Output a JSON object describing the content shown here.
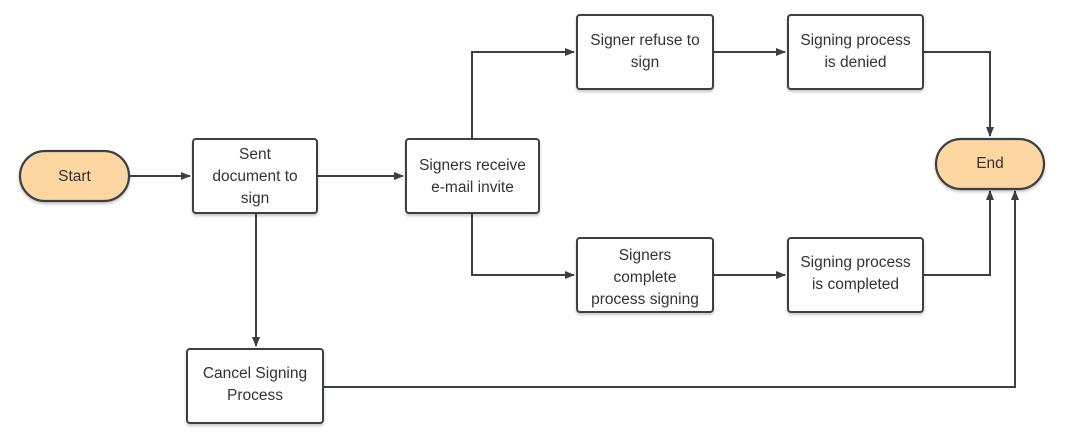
{
  "colors": {
    "terminal_fill": "#fcd7a1",
    "process_fill": "#ffffff",
    "line": "#3b3f45",
    "text": "#333333"
  },
  "nodes": {
    "start": {
      "lines": [
        "Start"
      ]
    },
    "sent": {
      "lines": [
        "Sent",
        "document to",
        "sign"
      ]
    },
    "receive": {
      "lines": [
        "Signers receive",
        "e-mail invite"
      ]
    },
    "refuse": {
      "lines": [
        "Signer refuse to",
        "sign"
      ]
    },
    "denied": {
      "lines": [
        "Signing process",
        "is denied"
      ]
    },
    "complete": {
      "lines": [
        "Signers",
        "complete",
        "process signing"
      ]
    },
    "completed": {
      "lines": [
        "Signing process",
        "is completed"
      ]
    },
    "cancel": {
      "lines": [
        "Cancel Signing",
        "Process"
      ]
    },
    "end": {
      "lines": [
        "End"
      ]
    }
  }
}
